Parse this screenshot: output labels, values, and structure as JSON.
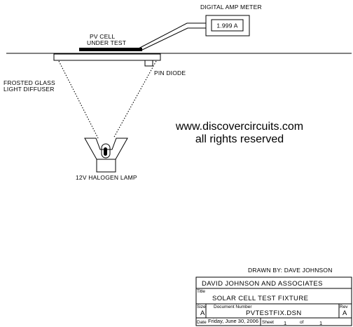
{
  "labels": {
    "meter_title": "DIGITAL AMP METER",
    "meter_reading": "1.999 A",
    "pv_cell_line1": "PV CELL",
    "pv_cell_line2": "UNDER TEST",
    "diffuser_line1": "FROSTED GLASS",
    "diffuser_line2": "LIGHT DIFFUSER",
    "pin_diode": "PIN DIODE",
    "lamp": "12V HALOGEN LAMP"
  },
  "watermark": {
    "line1": "www.discovercircuits.com",
    "line2": "all rights reserved"
  },
  "drawn_by": "DRAWN BY:  DAVE JOHNSON",
  "title_block": {
    "company": "DAVID JOHNSON AND ASSOCIATES",
    "title_label": "Title",
    "title": "SOLAR CELL TEST FIXTURE",
    "size_label": "Size",
    "size": "A",
    "docnum_label": "Document Number",
    "docnum": "PVTESTFIX.DSN",
    "rev_label": "Rev",
    "rev": "A",
    "date_label": "Date",
    "date": "Friday, June 30, 2006",
    "sheet_label": "Sheet",
    "sheet_num": "1",
    "of_label": "of",
    "sheet_total": "1"
  }
}
